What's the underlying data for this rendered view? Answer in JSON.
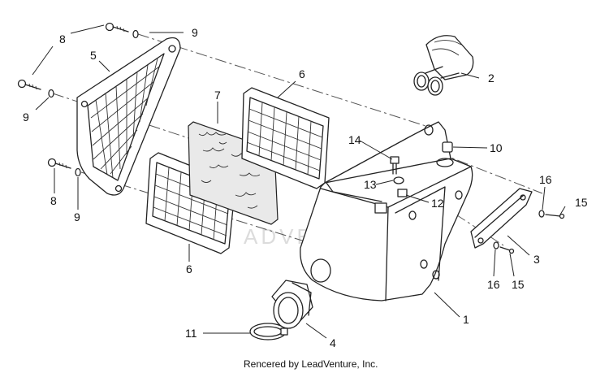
{
  "watermark": "ADVENTURE",
  "credit": "Rencered by LeadVenture, Inc.",
  "callouts": {
    "c1": "1",
    "c2": "2",
    "c4": "4",
    "c5": "5",
    "c6a": "6",
    "c6b": "6",
    "c7": "7",
    "c8a": "8",
    "c8b": "8",
    "c9a": "9",
    "c9b": "9",
    "c9c": "9",
    "c10": "10",
    "c11": "11",
    "c12": "12",
    "c13": "13",
    "c14": "14",
    "c15a": "15",
    "c15b": "15",
    "c16a": "16",
    "c16b": "16",
    "c3": "3"
  }
}
